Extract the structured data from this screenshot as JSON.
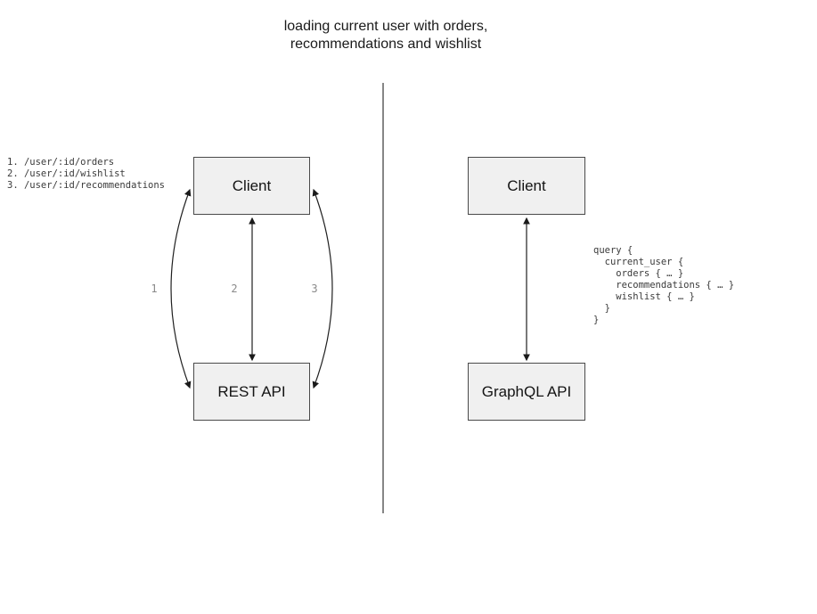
{
  "title": {
    "text": "loading current user with orders,\nrecommendations and wishlist"
  },
  "rest_side": {
    "endpoints_list": "1. /user/:id/orders\n2. /user/:id/wishlist\n3. /user/:id/recommendations",
    "client_box_label": "Client",
    "api_box_label": "REST API",
    "request_labels": [
      "1",
      "2",
      "3"
    ]
  },
  "graphql_side": {
    "client_box_label": "Client",
    "api_box_label": "GraphQL API",
    "query_code": "query {\n  current_user {\n    orders { … }\n    recommendations { … }\n    wishlist { … }\n  }\n}"
  },
  "colors": {
    "box_fill": "#f0f0f0",
    "box_border": "#4a4a4a",
    "arrow": "#1a1a1a",
    "divider": "#5f5f5f",
    "arrow_label_gray": "#8a8a8a",
    "code_text": "#3a3a3a"
  }
}
